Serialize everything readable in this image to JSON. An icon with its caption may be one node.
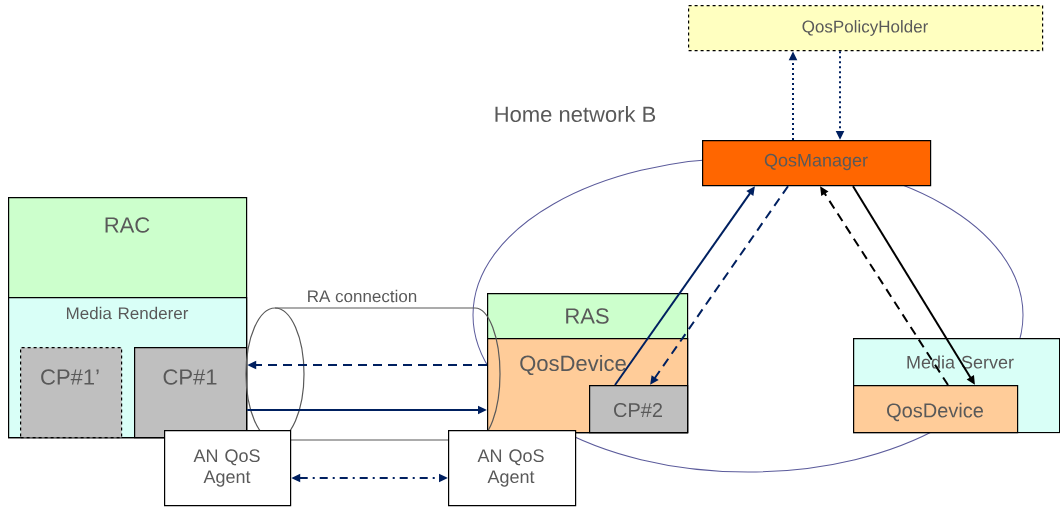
{
  "diagram": {
    "nodes": [
      {
        "text": [
          "QosPolicyHolder"
        ]
      },
      {
        "text": [
          "QosManager"
        ]
      },
      {
        "text": [
          "RAC"
        ]
      },
      {
        "text": [
          "Media Renderer"
        ],
        "in": 2
      },
      {
        "text": [
          "CP#1’"
        ],
        "in": 3
      },
      {
        "text": [
          "CP#1"
        ],
        "in": 3
      },
      {
        "text": [
          "RAS"
        ]
      },
      {
        "text": [
          "QosDevice"
        ],
        "in": 6
      },
      {
        "text": [
          "CP#2"
        ],
        "in": 7
      },
      {
        "text": [
          "Media Server"
        ]
      },
      {
        "text": [
          "QosDevice"
        ],
        "in": 9
      },
      {
        "text": [
          "AN QoS Agent"
        ]
      },
      {
        "text": [
          "AN QoS Agent"
        ]
      }
    ],
    "edges": [
      {
        "from": 1,
        "to": 0,
        "arrow": "to",
        "style": "dashed"
      },
      {
        "from": 0,
        "to": 1,
        "arrow": "to",
        "style": "dashed"
      },
      {
        "from": 8,
        "to": 1,
        "arrow": "to"
      },
      {
        "from": 1,
        "to": 8,
        "arrow": "to",
        "style": "dashed"
      },
      {
        "from": 10,
        "to": 1,
        "arrow": "to",
        "style": "dashed",
        "color": "#000000"
      },
      {
        "from": 1,
        "to": 10,
        "arrow": "to",
        "color": "#000000"
      },
      {
        "from": 7,
        "to": 5,
        "arrow": "to",
        "style": "dashed"
      },
      {
        "from": 5,
        "to": 7,
        "arrow": "to"
      },
      {
        "from": 11,
        "to": 12,
        "arrow": "both",
        "style": "dashed"
      }
    ],
    "labels": [
      "Home network B",
      "RA connection"
    ]
  }
}
